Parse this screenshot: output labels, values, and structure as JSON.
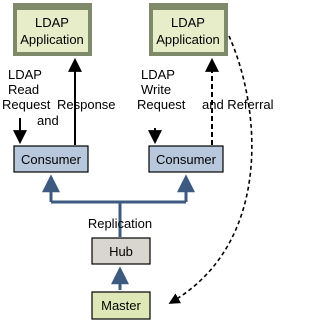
{
  "nodes": {
    "app_left": {
      "line1": "LDAP",
      "line2": "Application"
    },
    "app_right": {
      "line1": "LDAP",
      "line2": "Application"
    },
    "consumer_left": {
      "label": "Consumer"
    },
    "consumer_right": {
      "label": "Consumer"
    },
    "hub": {
      "label": "Hub"
    },
    "master": {
      "label": "Master"
    }
  },
  "labels": {
    "left_request": [
      "LDAP",
      "Read",
      "Request"
    ],
    "left_and": "and",
    "left_response": "Response",
    "right_request": [
      "LDAP",
      "Write",
      "Request"
    ],
    "right_referral": "and Referral",
    "replication": "Replication"
  },
  "colors": {
    "app_fill": "#e6edc8",
    "app_header": "#7f8a6a",
    "consumer_fill": "#b8c8dc",
    "hub_fill": "#d9d6d0",
    "master_fill": "#dde8b6",
    "connector": "#3d5a80",
    "arrow": "#000000"
  }
}
